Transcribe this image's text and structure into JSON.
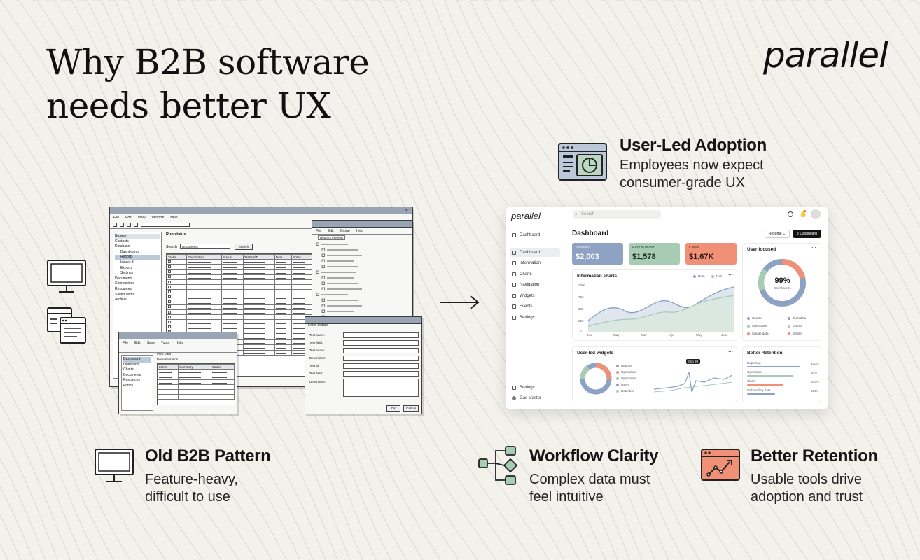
{
  "heading": {
    "line1": "Why B2B software",
    "line2": "needs better UX"
  },
  "brand": "parallel",
  "features": {
    "user_led": {
      "title": "User-Led Adoption",
      "desc1": "Employees now expect",
      "desc2": "consumer-grade UX"
    },
    "old_pattern": {
      "title": "Old B2B Pattern",
      "desc1": "Feature-heavy,",
      "desc2": "difficult to use"
    },
    "workflow": {
      "title": "Workflow Clarity",
      "desc1": "Complex data must",
      "desc2": "feel intuitive"
    },
    "retention": {
      "title": "Better Retention",
      "desc1": "Usable tools drive",
      "desc2": "adoption and trust"
    }
  },
  "dashboard": {
    "logo": "parallel",
    "search_placeholder": "Search",
    "page_title": "Dashboard",
    "btn_filter": "Resume",
    "btn_primary": "Dashboard",
    "nav_top": "Dashboard",
    "nav": [
      "Dashboard",
      "Information",
      "Charts",
      "Navigation",
      "Widgets",
      "Events",
      "Settings"
    ],
    "nav_bottom": "Settings",
    "user_name": "Gas Master",
    "stats": [
      {
        "label": "Statistics",
        "value": "$2,003"
      },
      {
        "label": "Easy to Invest",
        "value": "$1,578"
      },
      {
        "label": "Create",
        "value": "$1,67K"
      }
    ],
    "info_chart": {
      "title": "Information charts",
      "legend": [
        "Dem",
        "Nos"
      ],
      "y_ticks": [
        "1000",
        "750",
        "500",
        "250",
        "0"
      ],
      "x_ticks": [
        "Jun",
        "May",
        "Mar",
        "Apr",
        "May",
        "June"
      ]
    },
    "user_focused": {
      "title": "User focused",
      "percent": "99%",
      "sub": "Dashboards",
      "legend": [
        "Grants",
        "Operations",
        "Create data",
        "Toolsdata",
        "Grants",
        "Wanter"
      ]
    },
    "widgets": {
      "title": "User-led widgets",
      "legend": [
        "Reports",
        "Operations",
        "Operations",
        "Users",
        "Retention"
      ],
      "tooltip": "Clip 99"
    },
    "retention_card": {
      "title": "Better Retention",
      "rows": [
        {
          "label": "Reporting",
          "value": "100%"
        },
        {
          "label": "Operations",
          "value": "60%"
        },
        {
          "label": "Clarity",
          "value": "200%"
        },
        {
          "label": "Onboarding data",
          "value": "100%"
        }
      ]
    },
    "colors": {
      "blue": "#8ea3c4",
      "green": "#a8cbb3",
      "coral": "#ef9077"
    }
  },
  "old_app": {
    "menu": [
      "File",
      "Edit",
      "View",
      "Window",
      "Help"
    ],
    "tree_header": "Browse",
    "tree": [
      "Contacts",
      "Database",
      "Dashboards",
      "Reports",
      "Issues 3",
      "Exports",
      "Settings",
      "Documents",
      "Connections",
      "Resources",
      "Saved Items",
      "Archive"
    ],
    "panel_title": "Run status",
    "search_label": "Search",
    "search_value": "Documents",
    "search_btn": "Search",
    "columns": [
      "Tasks",
      "Description",
      "Status",
      "Statute/ID",
      "Date",
      "Notes"
    ],
    "side_menu": [
      "File",
      "Edit",
      "Group",
      "Help"
    ],
    "side_title": "Reports Preview",
    "small_menu": [
      "File",
      "Edit",
      "Save",
      "Tools",
      "Help"
    ],
    "small_tree": [
      "Dashboard",
      "Questions",
      "Charts",
      "Documents",
      "Resources",
      "Forms"
    ],
    "small_panel": "Print Data",
    "small_sub": "Documentation",
    "small_cols": [
      "Items",
      "Summary",
      "Status"
    ],
    "form_title": "Enter Details",
    "form_fields": [
      "Text name:",
      "Text field:",
      "Text name:",
      "Description:",
      "Text id:",
      "Text field:"
    ],
    "form_desc": "Description",
    "ok": "OK",
    "cancel": "Cancel"
  }
}
